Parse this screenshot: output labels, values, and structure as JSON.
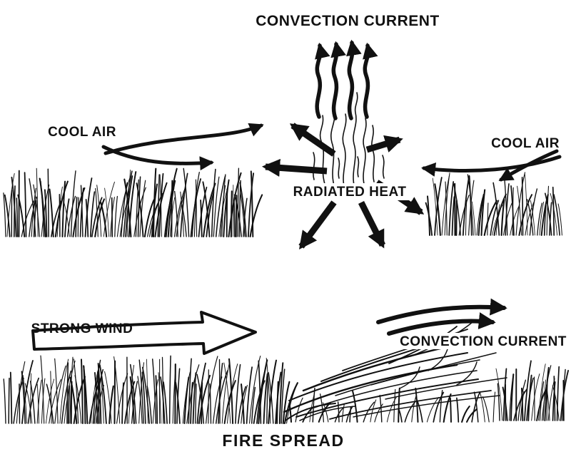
{
  "title": "FIRE SPREAD",
  "top_panel": {
    "convection_current": "CONVECTION CURRENT",
    "cool_air_left": "COOL AIR",
    "cool_air_right": "COOL AIR",
    "radiated_heat": "RADIATED HEAT"
  },
  "bottom_panel": {
    "strong_wind": "STRONG WIND",
    "convection_current": "CONVECTION CURRENT"
  },
  "colors": {
    "ink": "#111111",
    "background": "#ffffff"
  }
}
